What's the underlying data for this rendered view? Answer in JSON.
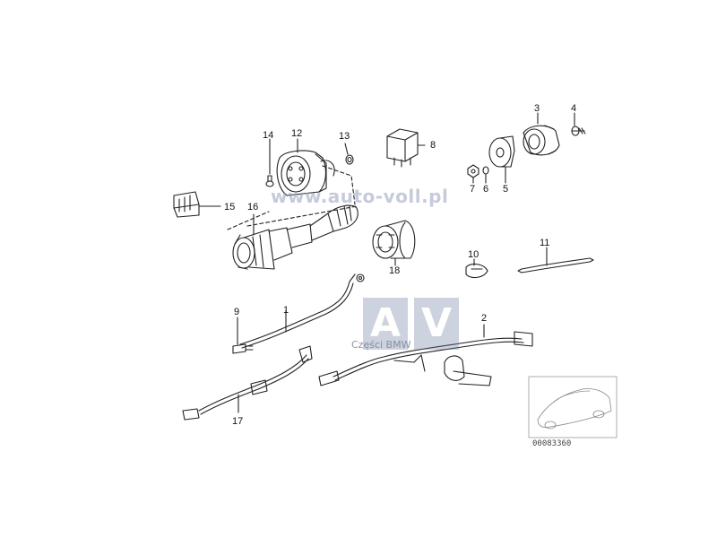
{
  "diagram": {
    "callouts": [
      {
        "id": "c1",
        "text": "1"
      },
      {
        "id": "c2",
        "text": "2"
      },
      {
        "id": "c3",
        "text": "3"
      },
      {
        "id": "c4",
        "text": "4"
      },
      {
        "id": "c5",
        "text": "5"
      },
      {
        "id": "c6",
        "text": "6"
      },
      {
        "id": "c7",
        "text": "7"
      },
      {
        "id": "c8",
        "text": "8"
      },
      {
        "id": "c9",
        "text": "9"
      },
      {
        "id": "c10",
        "text": "10"
      },
      {
        "id": "c11",
        "text": "11"
      },
      {
        "id": "c12",
        "text": "12"
      },
      {
        "id": "c13",
        "text": "13"
      },
      {
        "id": "c14",
        "text": "14"
      },
      {
        "id": "c15",
        "text": "15"
      },
      {
        "id": "c16",
        "text": "16"
      },
      {
        "id": "c17",
        "text": "17"
      },
      {
        "id": "c18",
        "text": "18"
      }
    ],
    "drawing_code": "00083360"
  },
  "watermark": {
    "url": "www.auto-voll.pl",
    "logo_left": "A",
    "logo_right": "V",
    "subtitle": "Części BMW"
  }
}
